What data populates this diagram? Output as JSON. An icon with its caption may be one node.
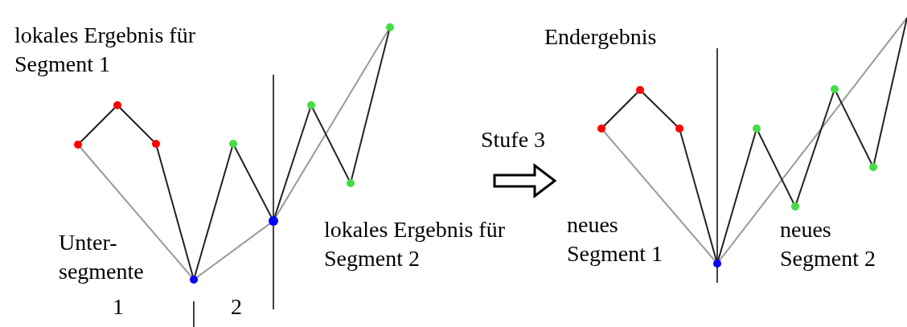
{
  "diagram": {
    "labels": [
      "lokales Ergebnis für Segment 1",
      "Unter- segmente",
      "1",
      "2",
      "lokales Ergebnis für Segment 2",
      "Stufe 3",
      "Endergebnis",
      "neues Segment 1",
      "neues Segment 2"
    ]
  }
}
